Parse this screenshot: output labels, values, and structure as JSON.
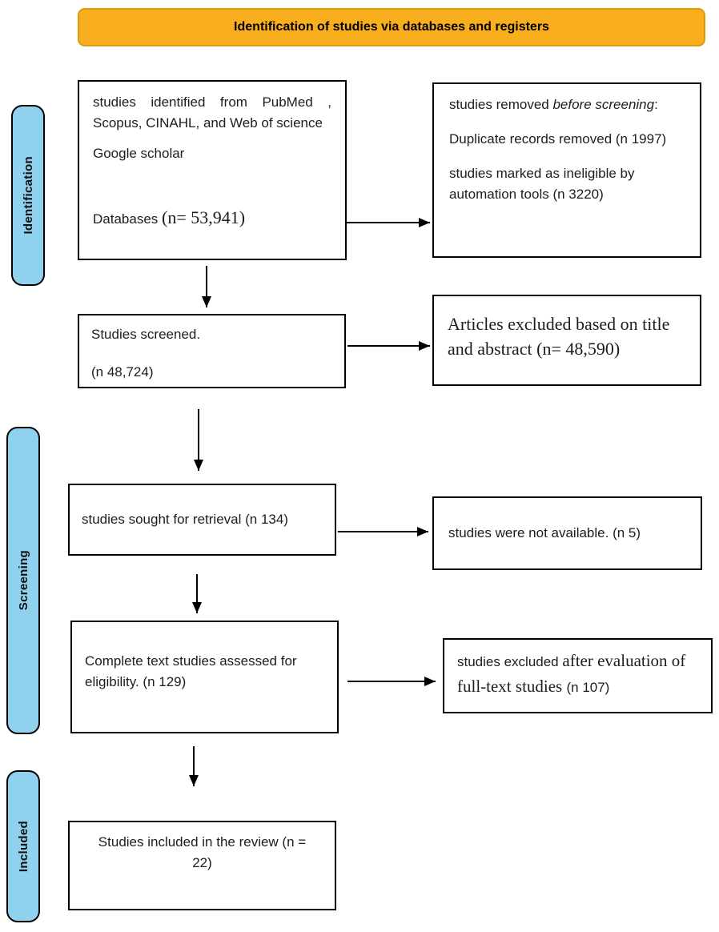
{
  "banner": {
    "label": "Identification of studies via databases and registers"
  },
  "colors": {
    "banner_fill": "#F8AE1D",
    "banner_border": "#DA9A10",
    "stage_fill": "#8FD1EF",
    "box_border": "#000000"
  },
  "stages": [
    {
      "label": "Identification"
    },
    {
      "label": "Screening"
    },
    {
      "label": "Included"
    }
  ],
  "boxes": {
    "identified": {
      "sources": "studies identified from PubMed , Scopus, CINAHL, and Web of science",
      "google": "Google scholar",
      "databases_prefix": "Databases ",
      "databases_n": "(n= 53,941)"
    },
    "removed": {
      "line1_prefix": "studies removed ",
      "line1_italic": "before screening",
      "line1_suffix": ":",
      "line2": "Duplicate records removed (n 1997)",
      "line3": "studies marked as ineligible by automation tools (n 3220)"
    },
    "screened": {
      "line1": "Studies screened.",
      "line2": "(n 48,724)"
    },
    "excluded_title_abstract": {
      "text": "Articles excluded based on title and abstract (n= 48,590)"
    },
    "sought": {
      "text": "studies sought for retrieval (n 134)"
    },
    "not_available": {
      "text": "studies were not available. (n 5)"
    },
    "assessed": {
      "text": "Complete text studies assessed for eligibility. (n 129)"
    },
    "excluded_fulltext": {
      "prefix": "studies excluded ",
      "serif_part": "after evaluation of full-text studies ",
      "suffix": "(n 107)"
    },
    "included": {
      "text": "Studies included in the review (n = 22)"
    }
  }
}
